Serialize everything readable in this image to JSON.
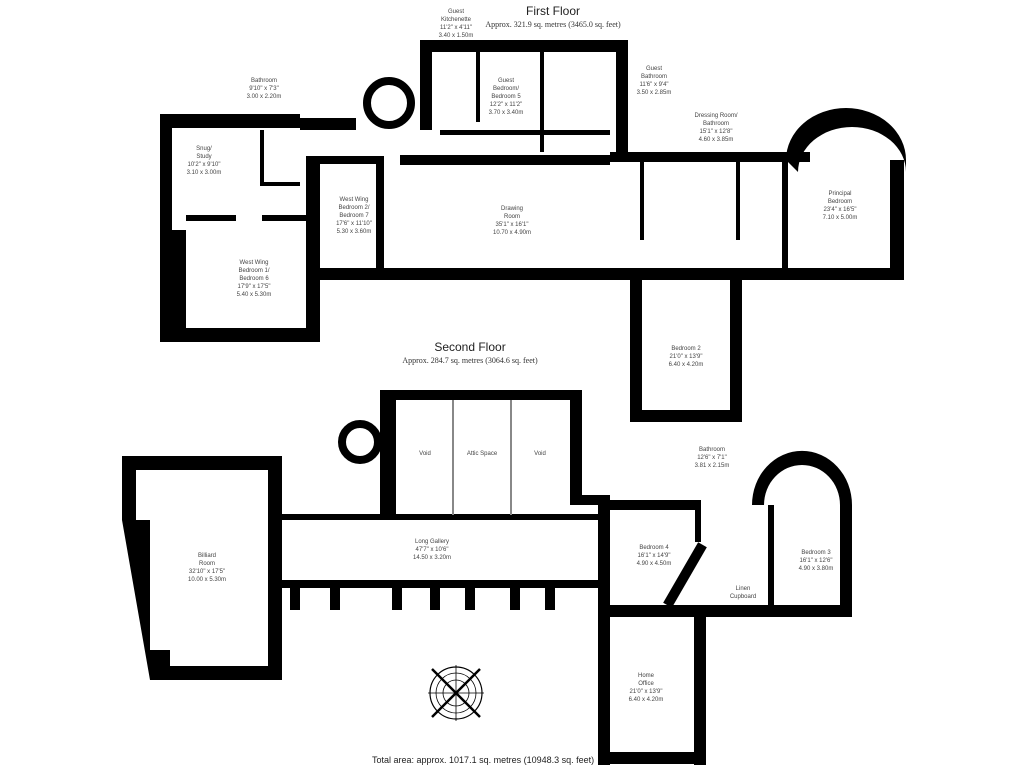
{
  "first_floor": {
    "title": "First Floor",
    "area": "Approx. 321.9 sq. metres (3465.0 sq. feet)",
    "rooms": [
      {
        "name": [
          "Guest",
          "Kitchenette"
        ],
        "imperial": "11'2\" x 4'11\"",
        "metric": "3.40 x 1.50m"
      },
      {
        "name": [
          "Bathroom"
        ],
        "imperial": "9'10\" x 7'3\"",
        "metric": "3.00 x 2.20m"
      },
      {
        "name": [
          "Guest",
          "Bedroom/",
          "Bedroom 5"
        ],
        "imperial": "12'2\" x 11'2\"",
        "metric": "3.70 x 3.40m"
      },
      {
        "name": [
          "Guest",
          "Bathroom"
        ],
        "imperial": "11'6\" x 9'4\"",
        "metric": "3.50 x 2.85m"
      },
      {
        "name": [
          "Dressing Room/",
          "Bathroom"
        ],
        "imperial": "15'1\" x 12'8\"",
        "metric": "4.60 x 3.85m"
      },
      {
        "name": [
          "Snug/",
          "Study"
        ],
        "imperial": "10'2\" x 9'10\"",
        "metric": "3.10 x 3.00m"
      },
      {
        "name": [
          "West Wing",
          "Bedroom 2/",
          "Bedroom 7"
        ],
        "imperial": "17'6\" x 11'10\"",
        "metric": "5.30 x 3.60m"
      },
      {
        "name": [
          "Drawing",
          "Room"
        ],
        "imperial": "35'1\" x 16'1\"",
        "metric": "10.70 x 4.90m"
      },
      {
        "name": [
          "Principal",
          "Bedroom"
        ],
        "imperial": "23'4\" x 16'5\"",
        "metric": "7.10 x 5.00m"
      },
      {
        "name": [
          "West Wing",
          "Bedroom 1/",
          "Bedroom 6"
        ],
        "imperial": "17'9\" x 17'5\"",
        "metric": "5.40 x 5.30m"
      },
      {
        "name": [
          "Bedroom 2"
        ],
        "imperial": "21'0\" x 13'9\"",
        "metric": "6.40 x 4.20m"
      }
    ]
  },
  "second_floor": {
    "title": "Second Floor",
    "area": "Approx. 284.7 sq. metres (3064.6 sq. feet)",
    "rooms": [
      {
        "name": [
          "Void"
        ],
        "imperial": "",
        "metric": ""
      },
      {
        "name": [
          "Attic Space"
        ],
        "imperial": "",
        "metric": ""
      },
      {
        "name": [
          "Void"
        ],
        "imperial": "",
        "metric": ""
      },
      {
        "name": [
          "Bathroom"
        ],
        "imperial": "12'6\" x 7'1\"",
        "metric": "3.81 x 2.15m"
      },
      {
        "name": [
          "Billiard",
          "Room"
        ],
        "imperial": "32'10\" x 17'5\"",
        "metric": "10.00 x 5.30m"
      },
      {
        "name": [
          "Long Gallery"
        ],
        "imperial": "47'7\" x 10'6\"",
        "metric": "14.50 x 3.20m"
      },
      {
        "name": [
          "Bedroom 4"
        ],
        "imperial": "16'1\" x 14'9\"",
        "metric": "4.90 x 4.50m"
      },
      {
        "name": [
          "Bedroom 3"
        ],
        "imperial": "16'1\" x 12'6\"",
        "metric": "4.90 x 3.80m"
      },
      {
        "name": [
          "Linen",
          "Cupboard"
        ],
        "imperial": "",
        "metric": ""
      },
      {
        "name": [
          "Home",
          "Office"
        ],
        "imperial": "21'0\" x 13'9\"",
        "metric": "6.40 x 4.20m"
      }
    ]
  },
  "total_area": "Total area: approx. 1017.1 sq. metres (10948.3 sq. feet)",
  "icons": {
    "compass": "compass-rose-icon"
  },
  "colors": {
    "wall": "#000000",
    "background": "#ffffff",
    "text": "#333333"
  }
}
